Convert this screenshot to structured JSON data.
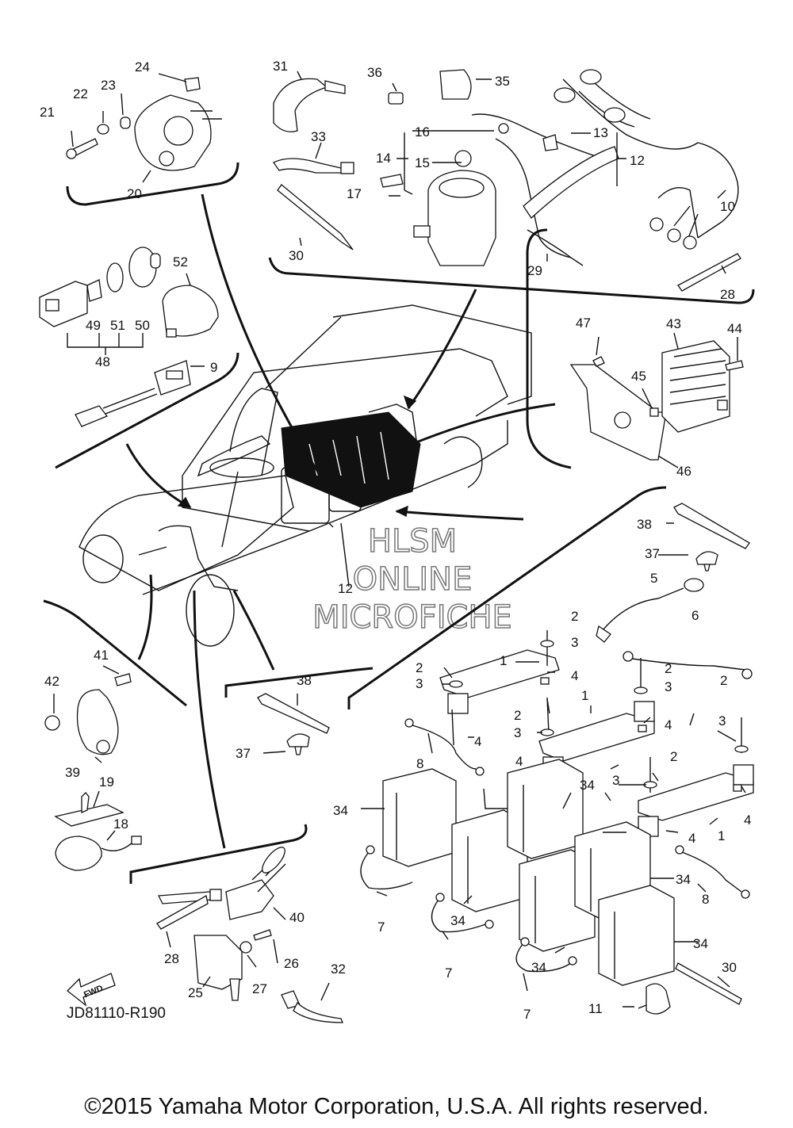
{
  "diagram": {
    "doc_code": "JD81110-R190",
    "copyright": "©2015 Yamaha Motor Corporation, U.S.A. All rights reserved.",
    "fwd_label": "FWD",
    "watermark": [
      "HLSM",
      "ONLINE",
      "MICROFICHE"
    ],
    "callouts": {
      "c1a": "1",
      "c1b": "1",
      "c1c": "1",
      "c2a": "2",
      "c2b": "2",
      "c2c": "2",
      "c2d": "2",
      "c2e": "2",
      "c2f": "2",
      "c3a": "3",
      "c3b": "3",
      "c3c": "3",
      "c3d": "3",
      "c3e": "3",
      "c3f": "3",
      "c4a": "4",
      "c4b": "4",
      "c4c": "4",
      "c4d": "4",
      "c4e": "4",
      "c4f": "4",
      "c5": "5",
      "c6": "6",
      "c7a": "7",
      "c7b": "7",
      "c7c": "7",
      "c8a": "8",
      "c8b": "8",
      "c9": "9",
      "c10": "10",
      "c11": "11",
      "c12a": "12",
      "c12b": "12",
      "c13": "13",
      "c14": "14",
      "c15": "15",
      "c16": "16",
      "c17": "17",
      "c18": "18",
      "c19": "19",
      "c20": "20",
      "c21": "21",
      "c22": "22",
      "c23": "23",
      "c24": "24",
      "c25": "25",
      "c26": "26",
      "c27": "27",
      "c28a": "28",
      "c28b": "28",
      "c29": "29",
      "c30a": "30",
      "c30b": "30",
      "c31": "31",
      "c32": "32",
      "c33": "33",
      "c34a": "34",
      "c34b": "34",
      "c34c": "34",
      "c34d": "34",
      "c34e": "34",
      "c34f": "34",
      "c35": "35",
      "c36": "36",
      "c37a": "37",
      "c37b": "37",
      "c38a": "38",
      "c38b": "38",
      "c39": "39",
      "c40": "40",
      "c41": "41",
      "c42": "42",
      "c43": "43",
      "c44": "44",
      "c45": "45",
      "c46": "46",
      "c47": "47",
      "c48": "48",
      "c49": "49",
      "c50": "50",
      "c51": "51",
      "c52": "52"
    }
  }
}
